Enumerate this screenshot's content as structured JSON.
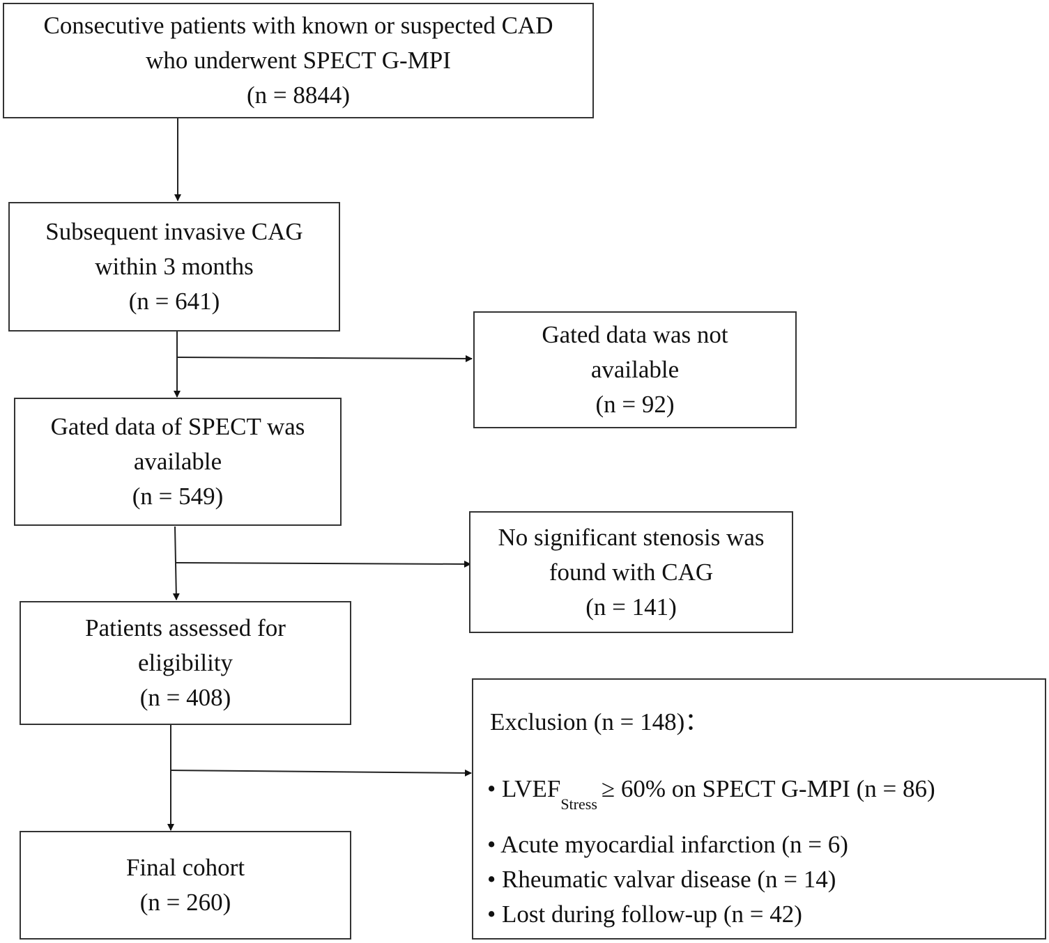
{
  "boxes": {
    "initial": {
      "line1": "Consecutive patients with known or suspected CAD",
      "line2": "who underwent SPECT G-MPI",
      "count": "(n = 8844)"
    },
    "cag": {
      "line1": "Subsequent invasive CAG",
      "line2": "within 3 months",
      "count": "(n = 641)"
    },
    "gated_available": {
      "line1": "Gated data of SPECT was",
      "line2": "available",
      "count": "(n = 549)"
    },
    "assessed": {
      "line1": "Patients assessed for",
      "line2": "eligibility",
      "count": "(n = 408)"
    },
    "final": {
      "line1": "Final cohort",
      "count": "(n = 260)"
    },
    "gated_not_available": {
      "line1": "Gated data was not",
      "line2": "available",
      "count": "(n = 92)"
    },
    "no_stenosis": {
      "line1": "No significant stenosis was",
      "line2": "found with CAG",
      "count": "(n = 141)"
    }
  },
  "exclusion": {
    "title": "Exclusion (n = 148)：",
    "lvef": {
      "bullet": "•",
      "main": "LVEF",
      "sub": "Stress",
      "rest": "≥ 60% on SPECT G-MPI (n = 86)"
    },
    "items": [
      "• Acute myocardial infarction (n = 6)",
      "• Rheumatic valvar disease (n = 14)",
      "• Lost during follow-up (n = 42)"
    ]
  }
}
